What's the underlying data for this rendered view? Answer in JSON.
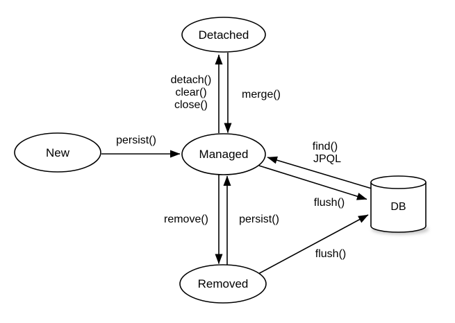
{
  "diagram": {
    "background_color": "#ffffff",
    "line_color": "#000000",
    "text_color": "#000000",
    "nodes": {
      "new": {
        "label": "New"
      },
      "detached": {
        "label": "Detached"
      },
      "managed": {
        "label": "Managed"
      },
      "removed": {
        "label": "Removed"
      },
      "db": {
        "label": "DB"
      }
    },
    "edges": {
      "persist_new_to_managed": {
        "label": "persist()"
      },
      "detach_managed_to_detached": {
        "lines": [
          "detach()",
          "clear()",
          "close()"
        ]
      },
      "merge_detached_to_managed": {
        "label": "merge()"
      },
      "remove_managed_to_removed": {
        "label": "remove()"
      },
      "persist_removed_to_managed": {
        "label": "persist()"
      },
      "find_db_to_managed": {
        "lines": [
          "find()",
          "JPQL"
        ]
      },
      "flush_managed_to_db": {
        "label": "flush()"
      },
      "flush_removed_to_db": {
        "label": "flush()"
      }
    }
  }
}
